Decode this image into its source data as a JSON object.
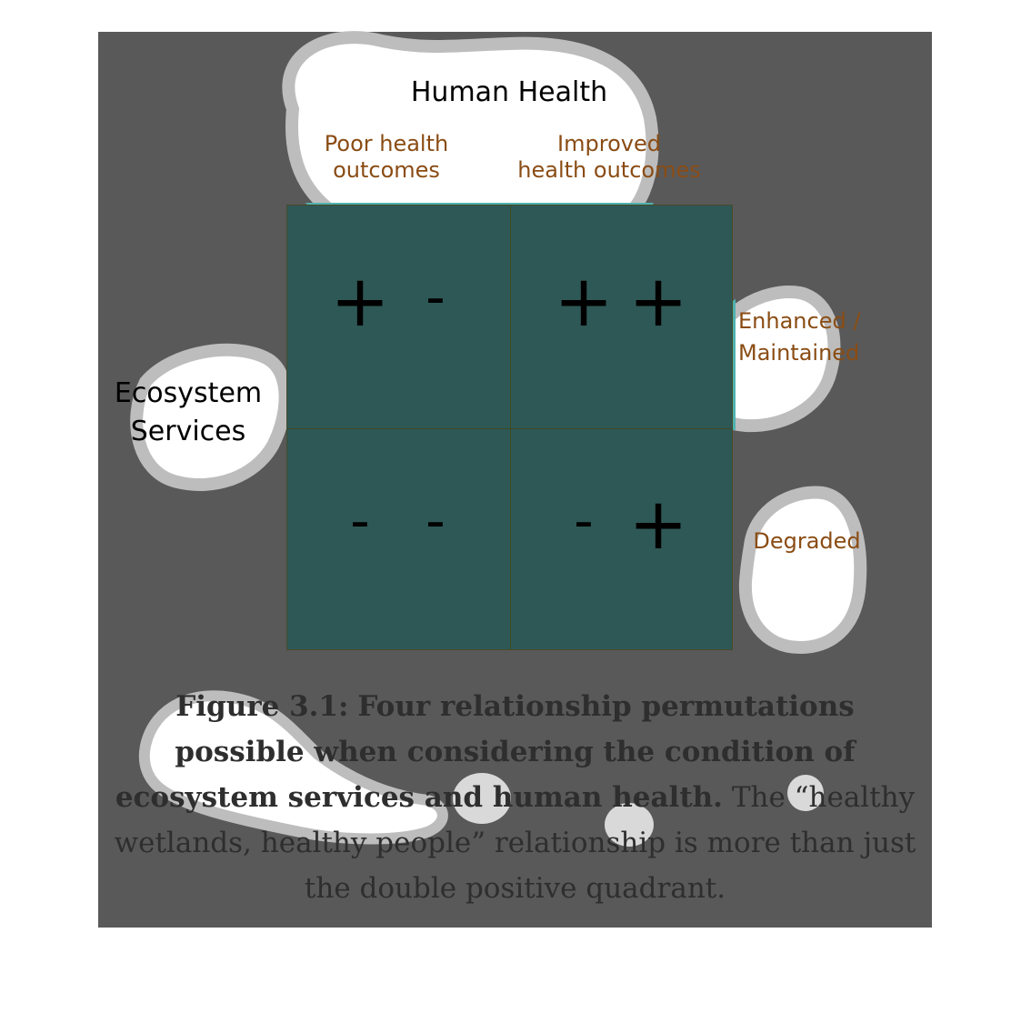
{
  "diagram": {
    "column_axis": {
      "title": "Human Health",
      "columns": [
        {
          "label_line1": "Poor health",
          "label_line2": "outcomes"
        },
        {
          "label_line1": "Improved",
          "label_line2": "health outcomes"
        }
      ]
    },
    "row_axis": {
      "title_line1": "Ecosystem",
      "title_line2": "Services",
      "rows": [
        {
          "label_line1": "Enhanced /",
          "label_line2": "Maintained"
        },
        {
          "label": "Degraded"
        }
      ]
    },
    "quadrants": [
      {
        "position": "top-left",
        "first": "+",
        "second": "-"
      },
      {
        "position": "top-right",
        "first": "+",
        "second": "+"
      },
      {
        "position": "bottom-left",
        "first": "-",
        "second": "-"
      },
      {
        "position": "bottom-right",
        "first": "-",
        "second": "+"
      }
    ]
  },
  "caption": {
    "figure_label": "Figure 3.1:",
    "bold_text": "Four relationship permutations possible when considering the condition of ecosystem services and human health.",
    "body_text": "The “healthy wetlands, healthy people” relationship is more than just the double positive quadrant."
  },
  "colors": {
    "background_panel": "#595959",
    "quadrant_fill": "#2e5856",
    "highlight_cyan": "#b3fffc",
    "category_text": "#8a4c14"
  }
}
